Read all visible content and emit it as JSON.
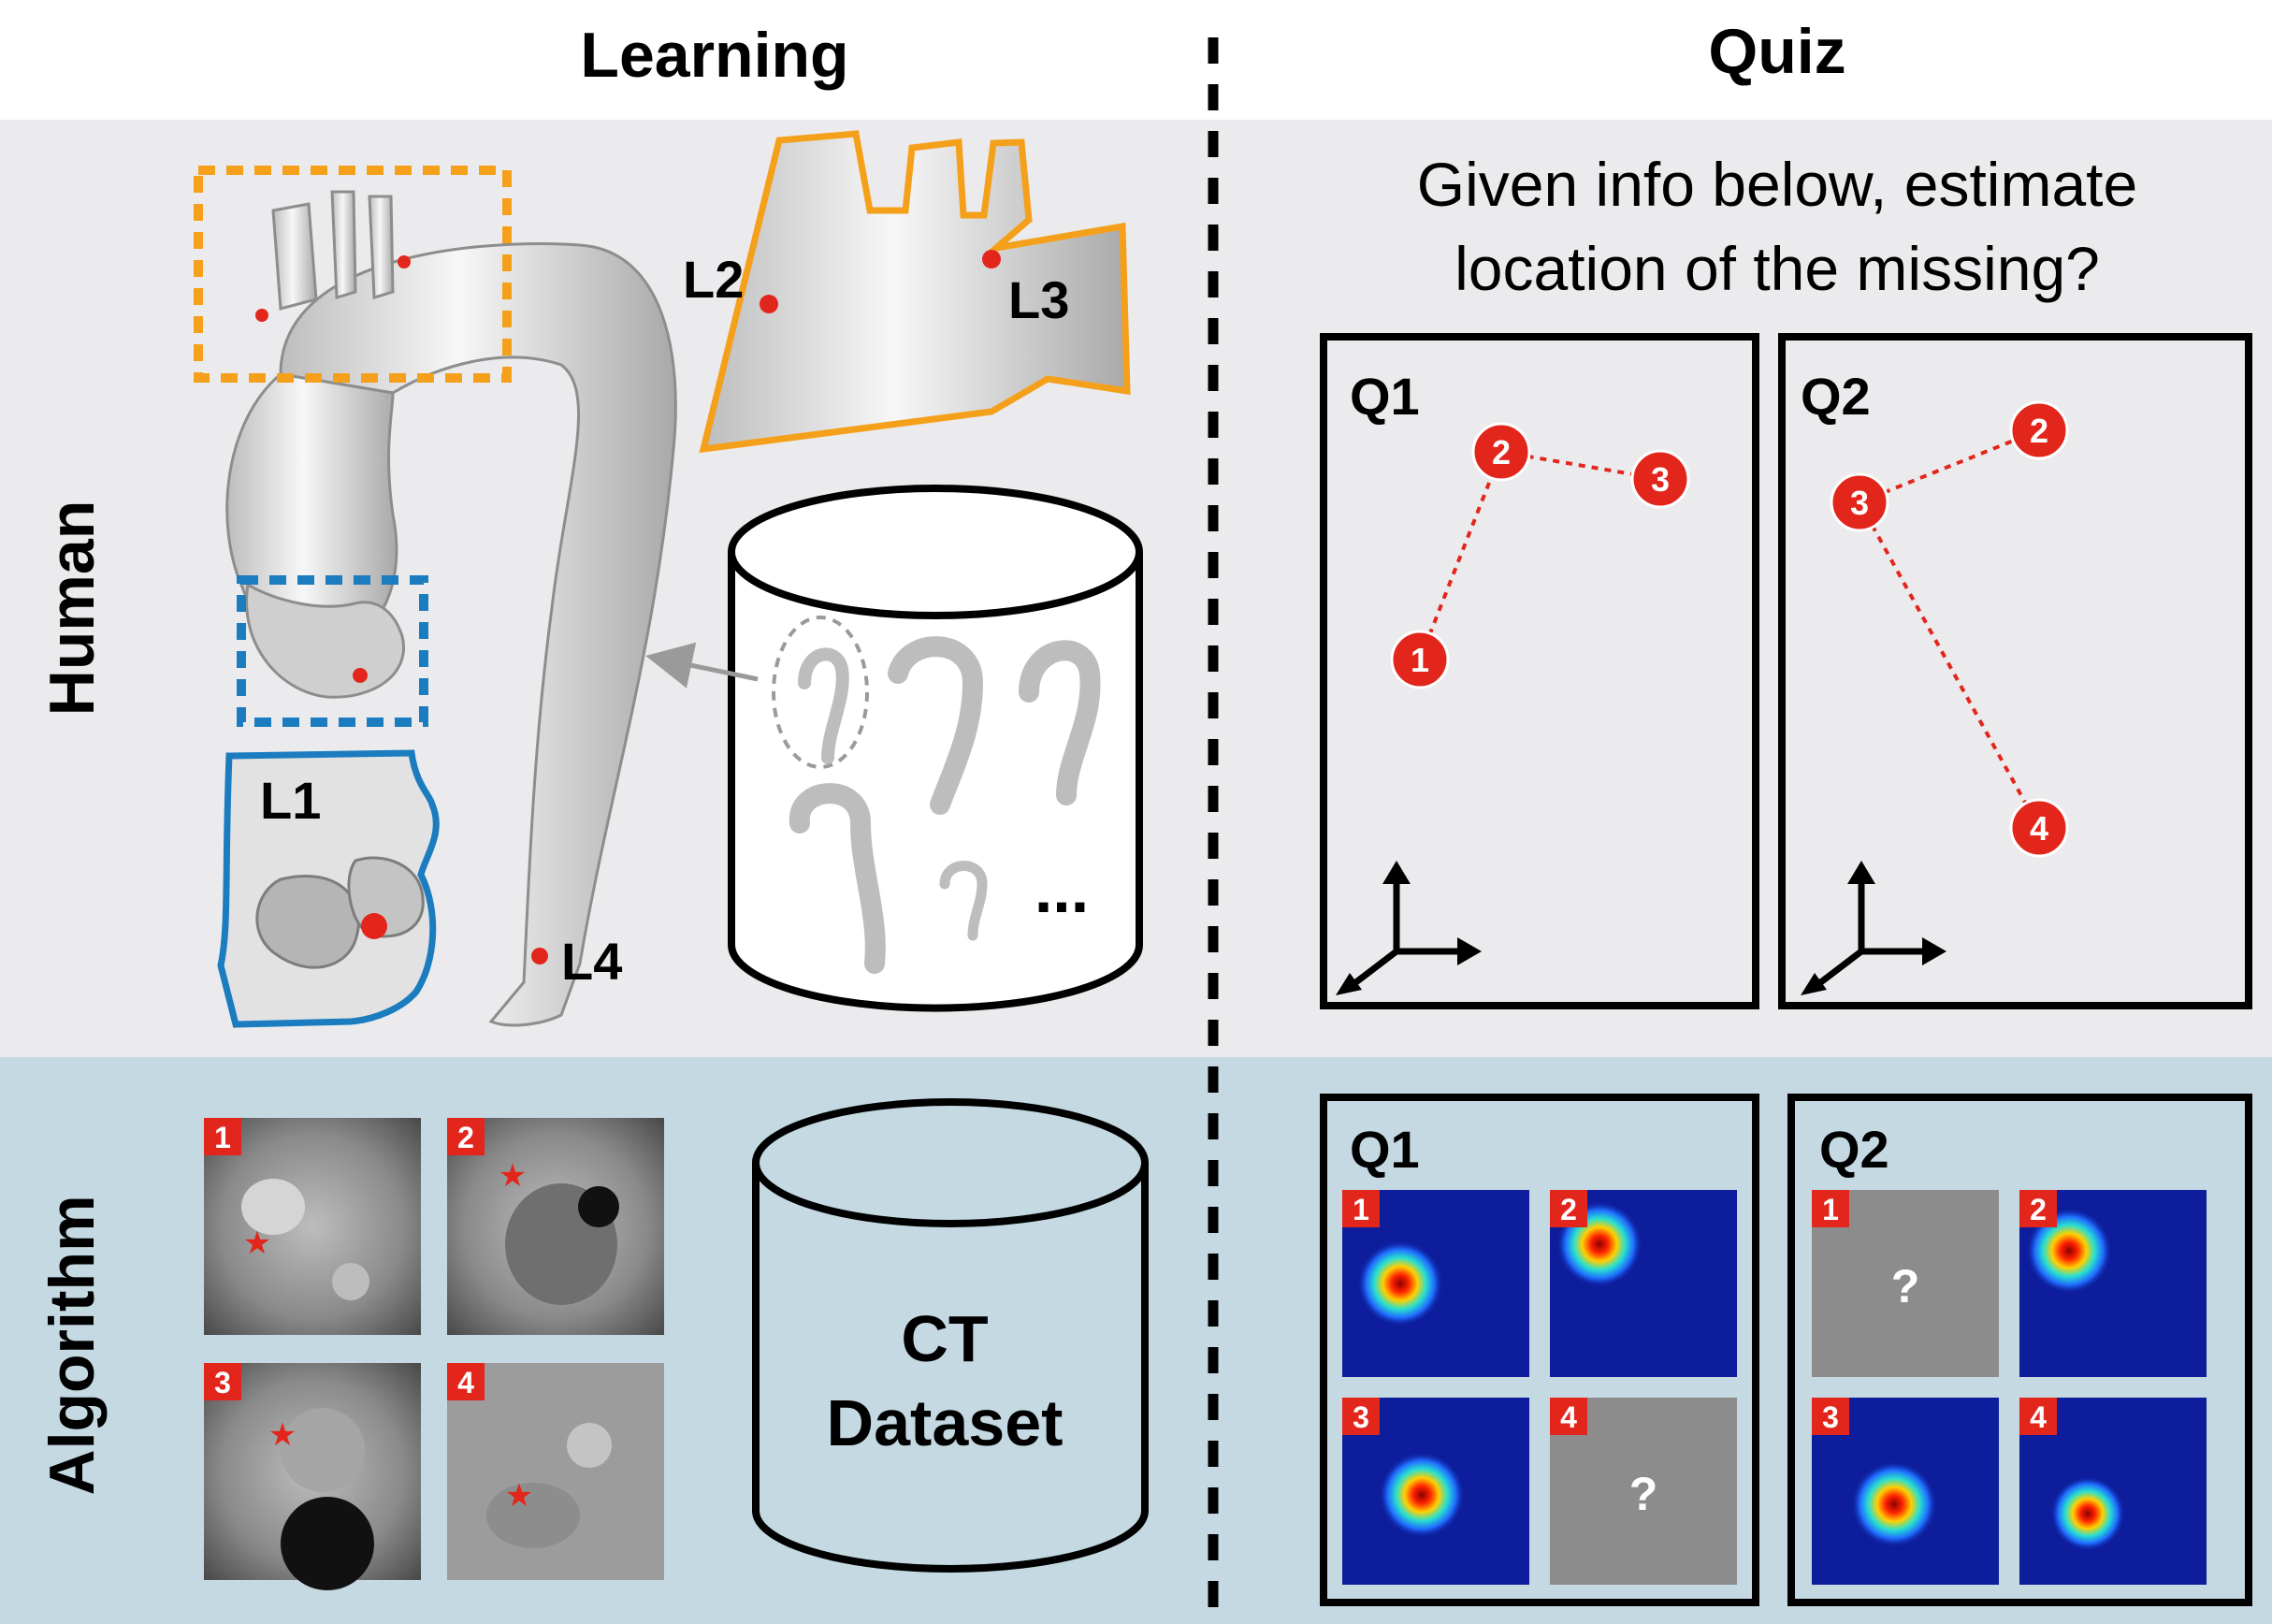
{
  "headers": {
    "learning": "Learning",
    "quiz": "Quiz"
  },
  "rows": {
    "human": "Human",
    "algorithm": "Algorithm"
  },
  "landmarks": {
    "l1": "L1",
    "l2": "L2",
    "l3": "L3",
    "l4": "L4"
  },
  "dataset": {
    "ellipsis": "...",
    "ct_line1": "CT",
    "ct_line2": "Dataset"
  },
  "question": {
    "line1": "Given info below, estimate",
    "line2": "location of the missing?"
  },
  "quiz_panels": {
    "q1": {
      "label": "Q1",
      "points": [
        "1",
        "2",
        "3"
      ]
    },
    "q2": {
      "label": "Q2",
      "points": [
        "2",
        "3",
        "4"
      ]
    }
  },
  "ct_tiles": [
    "1",
    "2",
    "3",
    "4"
  ],
  "heatmaps": {
    "q1": {
      "label": "Q1",
      "tiles": [
        "1",
        "2",
        "3",
        "4"
      ],
      "missing_mark": "?"
    },
    "q2": {
      "label": "Q2",
      "tiles": [
        "1",
        "2",
        "3",
        "4"
      ],
      "missing_mark": "?"
    }
  },
  "colors": {
    "human_bg": "#ebebee",
    "algorithm_bg": "#c4d9e1",
    "orange": "#f5a01a",
    "blue": "#1b7cc0",
    "landmark_red": "#e3261c",
    "heatmap_blue": "#0d1d9c",
    "missing_gray": "#8c8c8c"
  }
}
